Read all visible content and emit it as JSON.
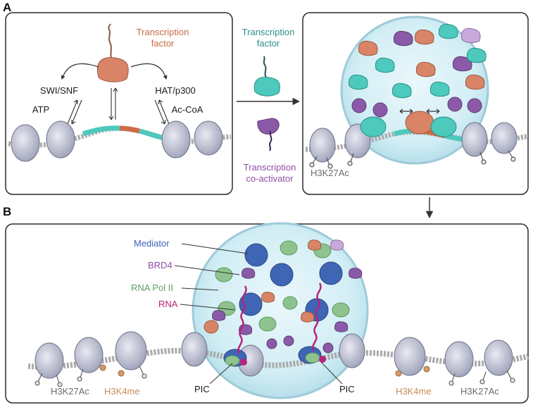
{
  "panels": {
    "a": "A",
    "b": "B"
  },
  "colors": {
    "tf": "#d98466",
    "tf_text": "#c76a48",
    "teal": "#4dc9bd",
    "teal_text": "#2a8f86",
    "coactivator": "#8a5aa8",
    "coactivator_text": "#8e4fa8",
    "mediator": "#3f66b5",
    "mediator_text": "#3d63b5",
    "brd4": "#8a5aa8",
    "pol2": "#8ec28f",
    "pol2_text": "#5c9e5e",
    "rna": "#b7237b",
    "h3k4me": "#d29a6c",
    "gray_text": "#6b6b6b"
  },
  "panelA": {
    "tf_label_line1": "Transcription",
    "tf_label_line2": "factor",
    "swi_snf": "SWI/SNF",
    "atp": "ATP",
    "hat": "HAT/p300",
    "acoa": "Ac-CoA"
  },
  "middle": {
    "tf_line1": "Transcription",
    "tf_line2": "factor",
    "coact_line1": "Transcription",
    "coact_line2": "co-activator"
  },
  "panelA2": {
    "h3k27ac": "H3K27Ac"
  },
  "panelB": {
    "mediator": "Mediator",
    "brd4": "BRD4",
    "pol2": "RNA Pol II",
    "rna": "RNA",
    "pic_left": "PIC",
    "pic_right": "PIC",
    "h3k27ac_left": "H3K27Ac",
    "h3k4me_left": "H3K4me",
    "h3k4me_right": "H3K4me",
    "h3k27ac_right": "H3K27Ac"
  }
}
